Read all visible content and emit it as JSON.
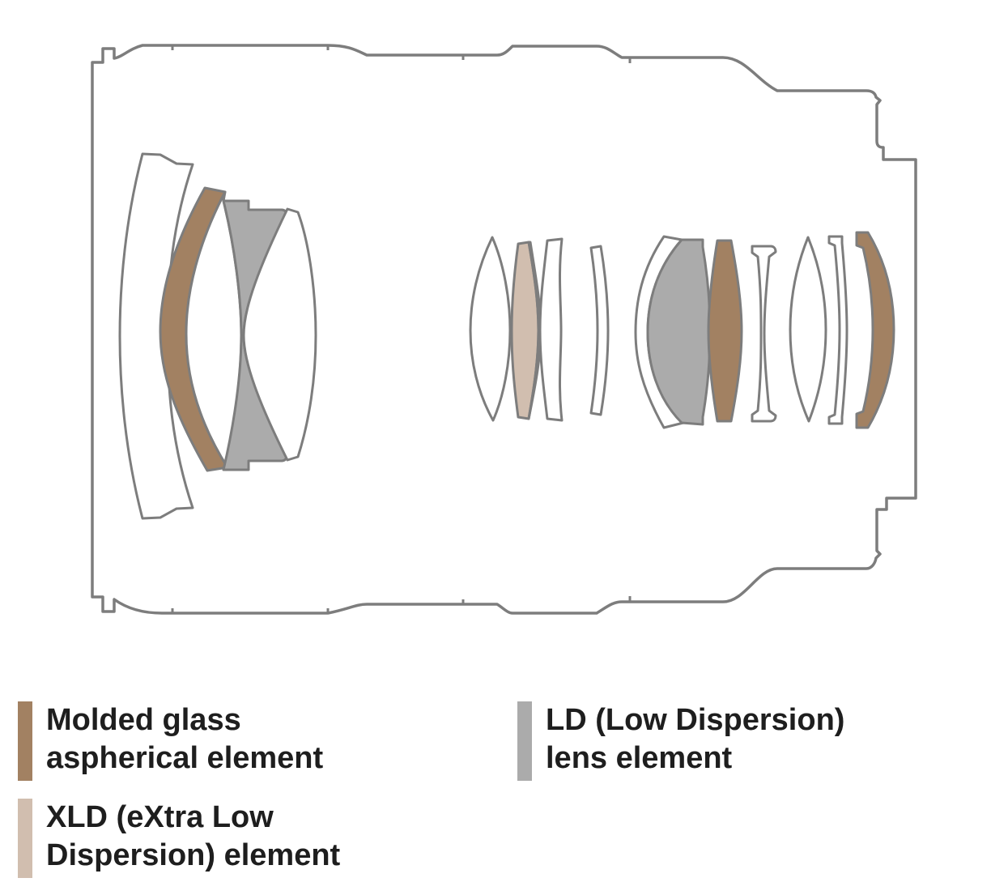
{
  "colors": {
    "aspherical": "#a28162",
    "xld": "#d1beaf",
    "ld": "#ababab",
    "outline": "#7d7d7d",
    "legend_text": "#1e1e1e"
  },
  "legend": {
    "items": [
      {
        "id": "aspherical",
        "color": "#a28162",
        "lines": [
          "Molded glass",
          "aspherical element"
        ]
      },
      {
        "id": "xld",
        "color": "#d1beaf",
        "lines": [
          "XLD (eXtra Low",
          "Dispersion) element"
        ]
      },
      {
        "id": "ld",
        "color": "#ababab",
        "lines": [
          "LD (Low Dispersion)",
          "lens element"
        ]
      }
    ]
  },
  "diagram": {
    "type": "lens-construction-cross-section",
    "special_elements": [
      {
        "type": "Molded glass aspherical element",
        "color": "#a28162",
        "count": 3
      },
      {
        "type": "XLD (eXtra Low Dispersion) element",
        "color": "#d1beaf",
        "count": 1
      },
      {
        "type": "LD (Low Dispersion) lens element",
        "color": "#ababab",
        "count": 2
      }
    ]
  }
}
